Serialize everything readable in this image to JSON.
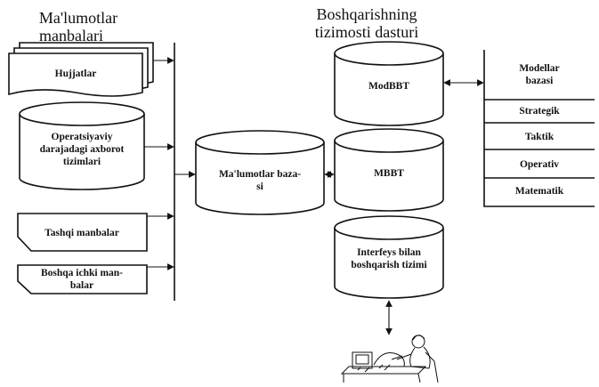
{
  "headings": {
    "sources": [
      "Ma'lumotlar",
      "manbalari"
    ],
    "program": [
      "Boshqarishning",
      "tizimosti dasturi"
    ]
  },
  "sources": {
    "documents": "Hujjatlar",
    "operational": [
      "Operatsiyaviy",
      "darajadagi axborot",
      "tizimlari"
    ],
    "external": "Tashqi manbalar",
    "other_internal": [
      "Boshqa ichki man-",
      "balar"
    ]
  },
  "database": [
    "Ma'lumotlar baza-",
    "si"
  ],
  "modbbt": "ModBBT",
  "mbbt": "MBBT",
  "interface": [
    "Interfeys bilan",
    "boshqarish tizimi"
  ],
  "model_base": {
    "title": [
      "Modellar",
      "bazasi"
    ],
    "items": [
      "Strategik",
      "Taktik",
      "Operativ",
      "Matematik"
    ]
  }
}
